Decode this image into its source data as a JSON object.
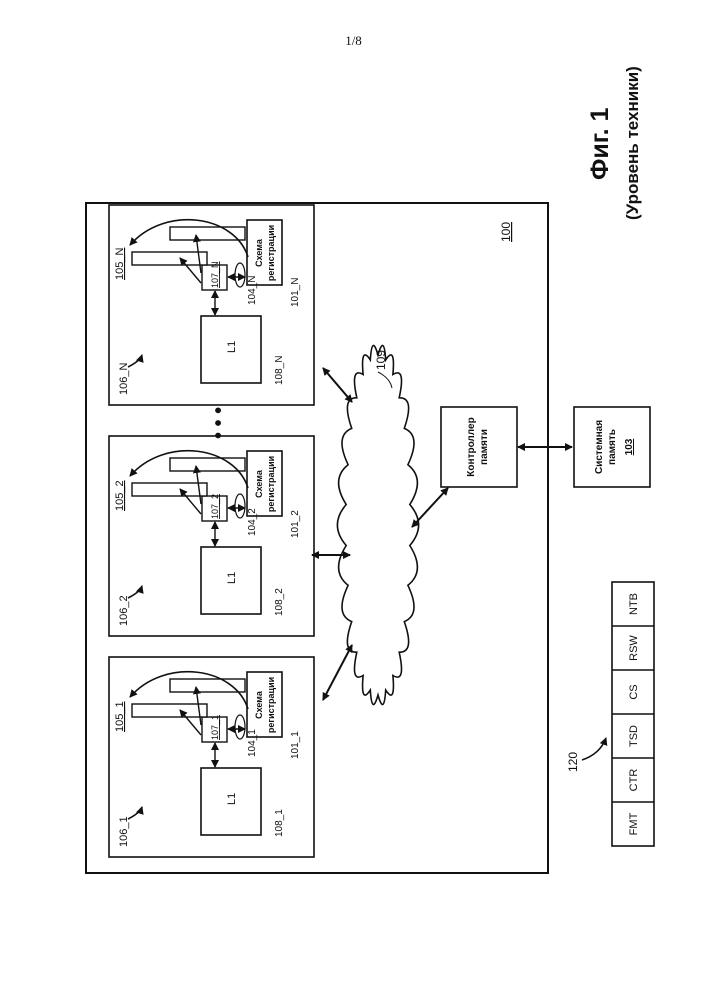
{
  "page": {
    "number": "1/8"
  },
  "figure": {
    "title": "Фиг. 1",
    "subtitle": "(Уровень техники)"
  },
  "system": {
    "label": "100"
  },
  "ellipsis": "• • •",
  "cores": [
    {
      "block": "106_1",
      "reg": "105_1",
      "l1": "L1",
      "l1_ref": "108_1",
      "unit": "107_1",
      "link": "104_1",
      "circuit_lines": [
        "Схема",
        "регистрации"
      ],
      "circuit_ref": "101_1"
    },
    {
      "block": "106_2",
      "reg": "105_2",
      "l1": "L1",
      "l1_ref": "108_2",
      "unit": "107_2",
      "link": "104_2",
      "circuit_lines": [
        "Схема",
        "регистрации"
      ],
      "circuit_ref": "101_2"
    },
    {
      "block": "106_N",
      "reg": "105_N",
      "l1": "L1",
      "l1_ref": "108_N",
      "unit": "107_N",
      "link": "104_N",
      "circuit_lines": [
        "Схема",
        "регистрации"
      ],
      "circuit_ref": "101_N"
    }
  ],
  "interconnect": {
    "label": "109"
  },
  "memory_controller": {
    "lines": [
      "Контроллер",
      "памяти"
    ]
  },
  "system_memory": {
    "lines": [
      "Системная",
      "память"
    ],
    "ref": "103"
  },
  "record": {
    "label": "120",
    "fields": [
      "FMT",
      "CTR",
      "TSD",
      "CS",
      "RSW",
      "NTB"
    ]
  }
}
